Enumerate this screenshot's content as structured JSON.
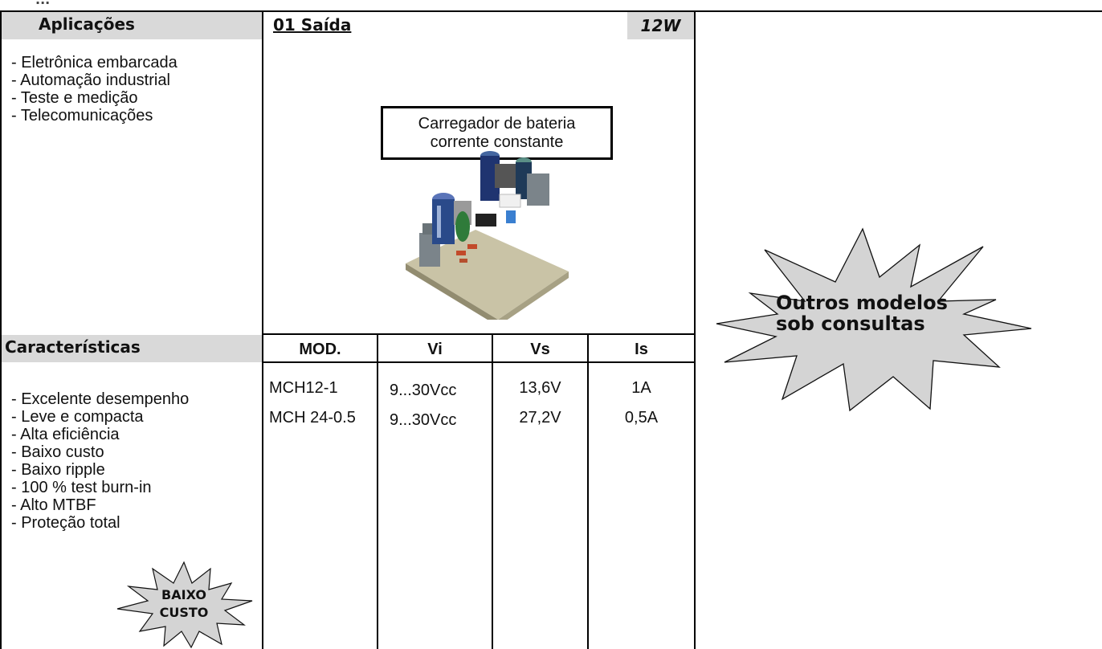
{
  "header_fragment": "...",
  "applications": {
    "title": "Aplicações",
    "items": [
      "- Eletrônica embarcada",
      "- Automação industrial",
      "- Teste e medição",
      "- Telecomunicações"
    ]
  },
  "product": {
    "title": "01 Saída",
    "power": "12W",
    "box_line1": "Carregador de bateria",
    "box_line2": "corrente constante"
  },
  "features": {
    "title": "Características",
    "items": [
      "- Excelente desempenho",
      "- Leve e compacta",
      "- Alta eficiência",
      "- Baixo custo",
      "- Baixo ripple",
      "- 100 % test burn-in",
      "- Alto MTBF",
      "- Proteção total"
    ]
  },
  "table": {
    "headers": [
      "MOD.",
      "Vi",
      "Vs",
      "Is"
    ],
    "rows": [
      [
        "MCH12-1",
        "9...30Vcc",
        "13,6V",
        "1A"
      ],
      [
        "MCH 24-0.5",
        "9...30Vcc",
        "27,2V",
        "0,5A"
      ]
    ]
  },
  "badge_small": {
    "line1": "BAIXO",
    "line2": "CUSTO"
  },
  "badge_large": {
    "line1": "Outros modelos",
    "line2": "sob consultas"
  },
  "colors": {
    "section_gray": "#d9d9d9",
    "burst_gray": "#d4d4d4",
    "border": "#000000"
  }
}
